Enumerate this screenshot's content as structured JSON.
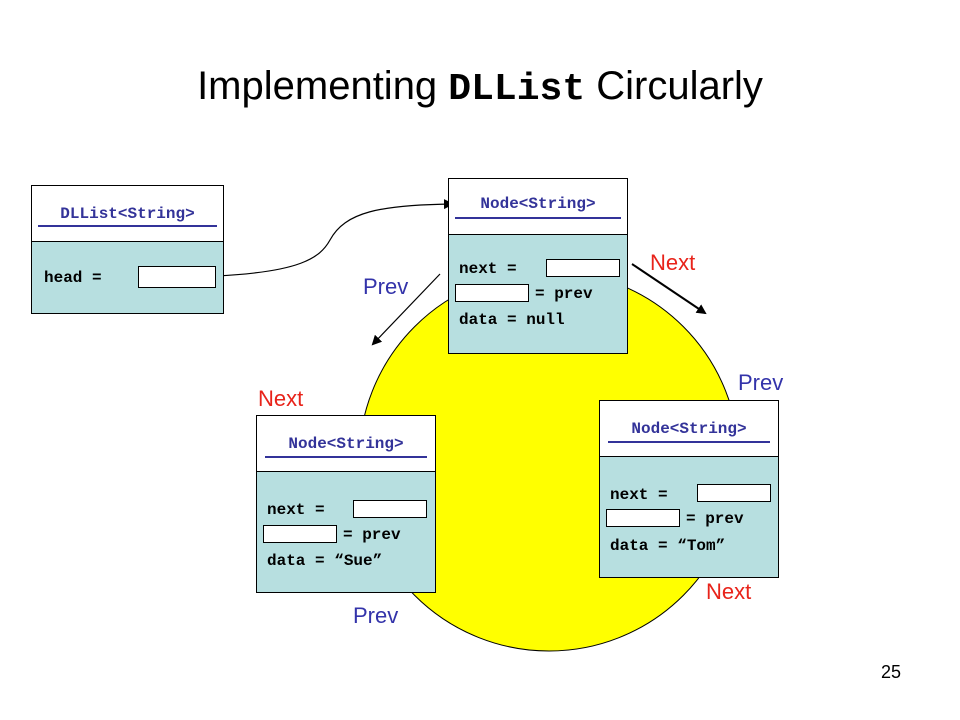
{
  "title": {
    "prefix": "Implementing ",
    "code": "DLList",
    "suffix": " Circularly"
  },
  "dllist": {
    "header": "DLList<String>",
    "head_label": "head ="
  },
  "nodes": [
    {
      "header": "Node<String>",
      "next_label": "next =",
      "prev_label": "= prev",
      "data_label": "data = null"
    },
    {
      "header": "Node<String>",
      "next_label": "next =",
      "prev_label": "= prev",
      "data_label": "data = “Sue”"
    },
    {
      "header": "Node<String>",
      "next_label": "next =",
      "prev_label": "= prev",
      "data_label": "data = “Tom”"
    }
  ],
  "labels": {
    "next_top": "Next",
    "prev_top": "Prev",
    "next_left": "Next",
    "prev_right": "Prev",
    "prev_bottom": "Prev",
    "next_bottom": "Next"
  },
  "page_number": "25",
  "colors": {
    "circle": "#ffff00",
    "node_body": "#b7dfe0",
    "next_label": "#e8231a",
    "prev_label": "#3333aa",
    "header_text": "#333399"
  }
}
